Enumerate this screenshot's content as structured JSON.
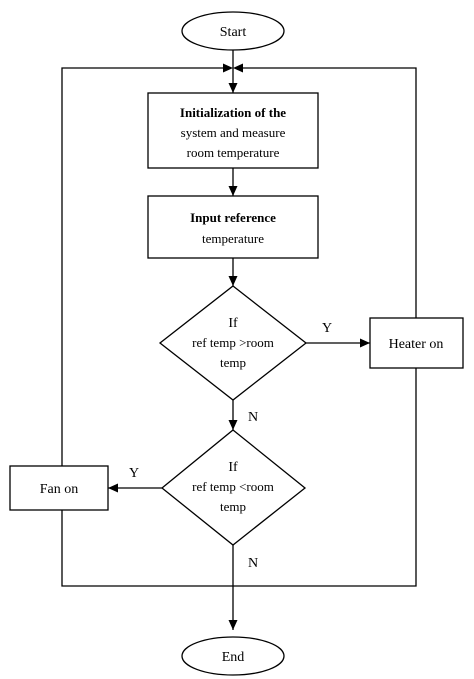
{
  "nodes": {
    "start": "Start",
    "init": [
      "Initialization of the",
      "system and measure",
      "room temperature"
    ],
    "input": [
      "Input reference",
      "temperature"
    ],
    "decision1": [
      "If",
      "ref temp >room",
      "temp"
    ],
    "heater": "Heater on",
    "decision2": [
      "If",
      "ref temp <room",
      "temp"
    ],
    "fan": "Fan on",
    "end": "End"
  },
  "edges": {
    "d1_yes": "Y",
    "d1_no": "N",
    "d2_yes": "Y",
    "d2_no": "N"
  }
}
